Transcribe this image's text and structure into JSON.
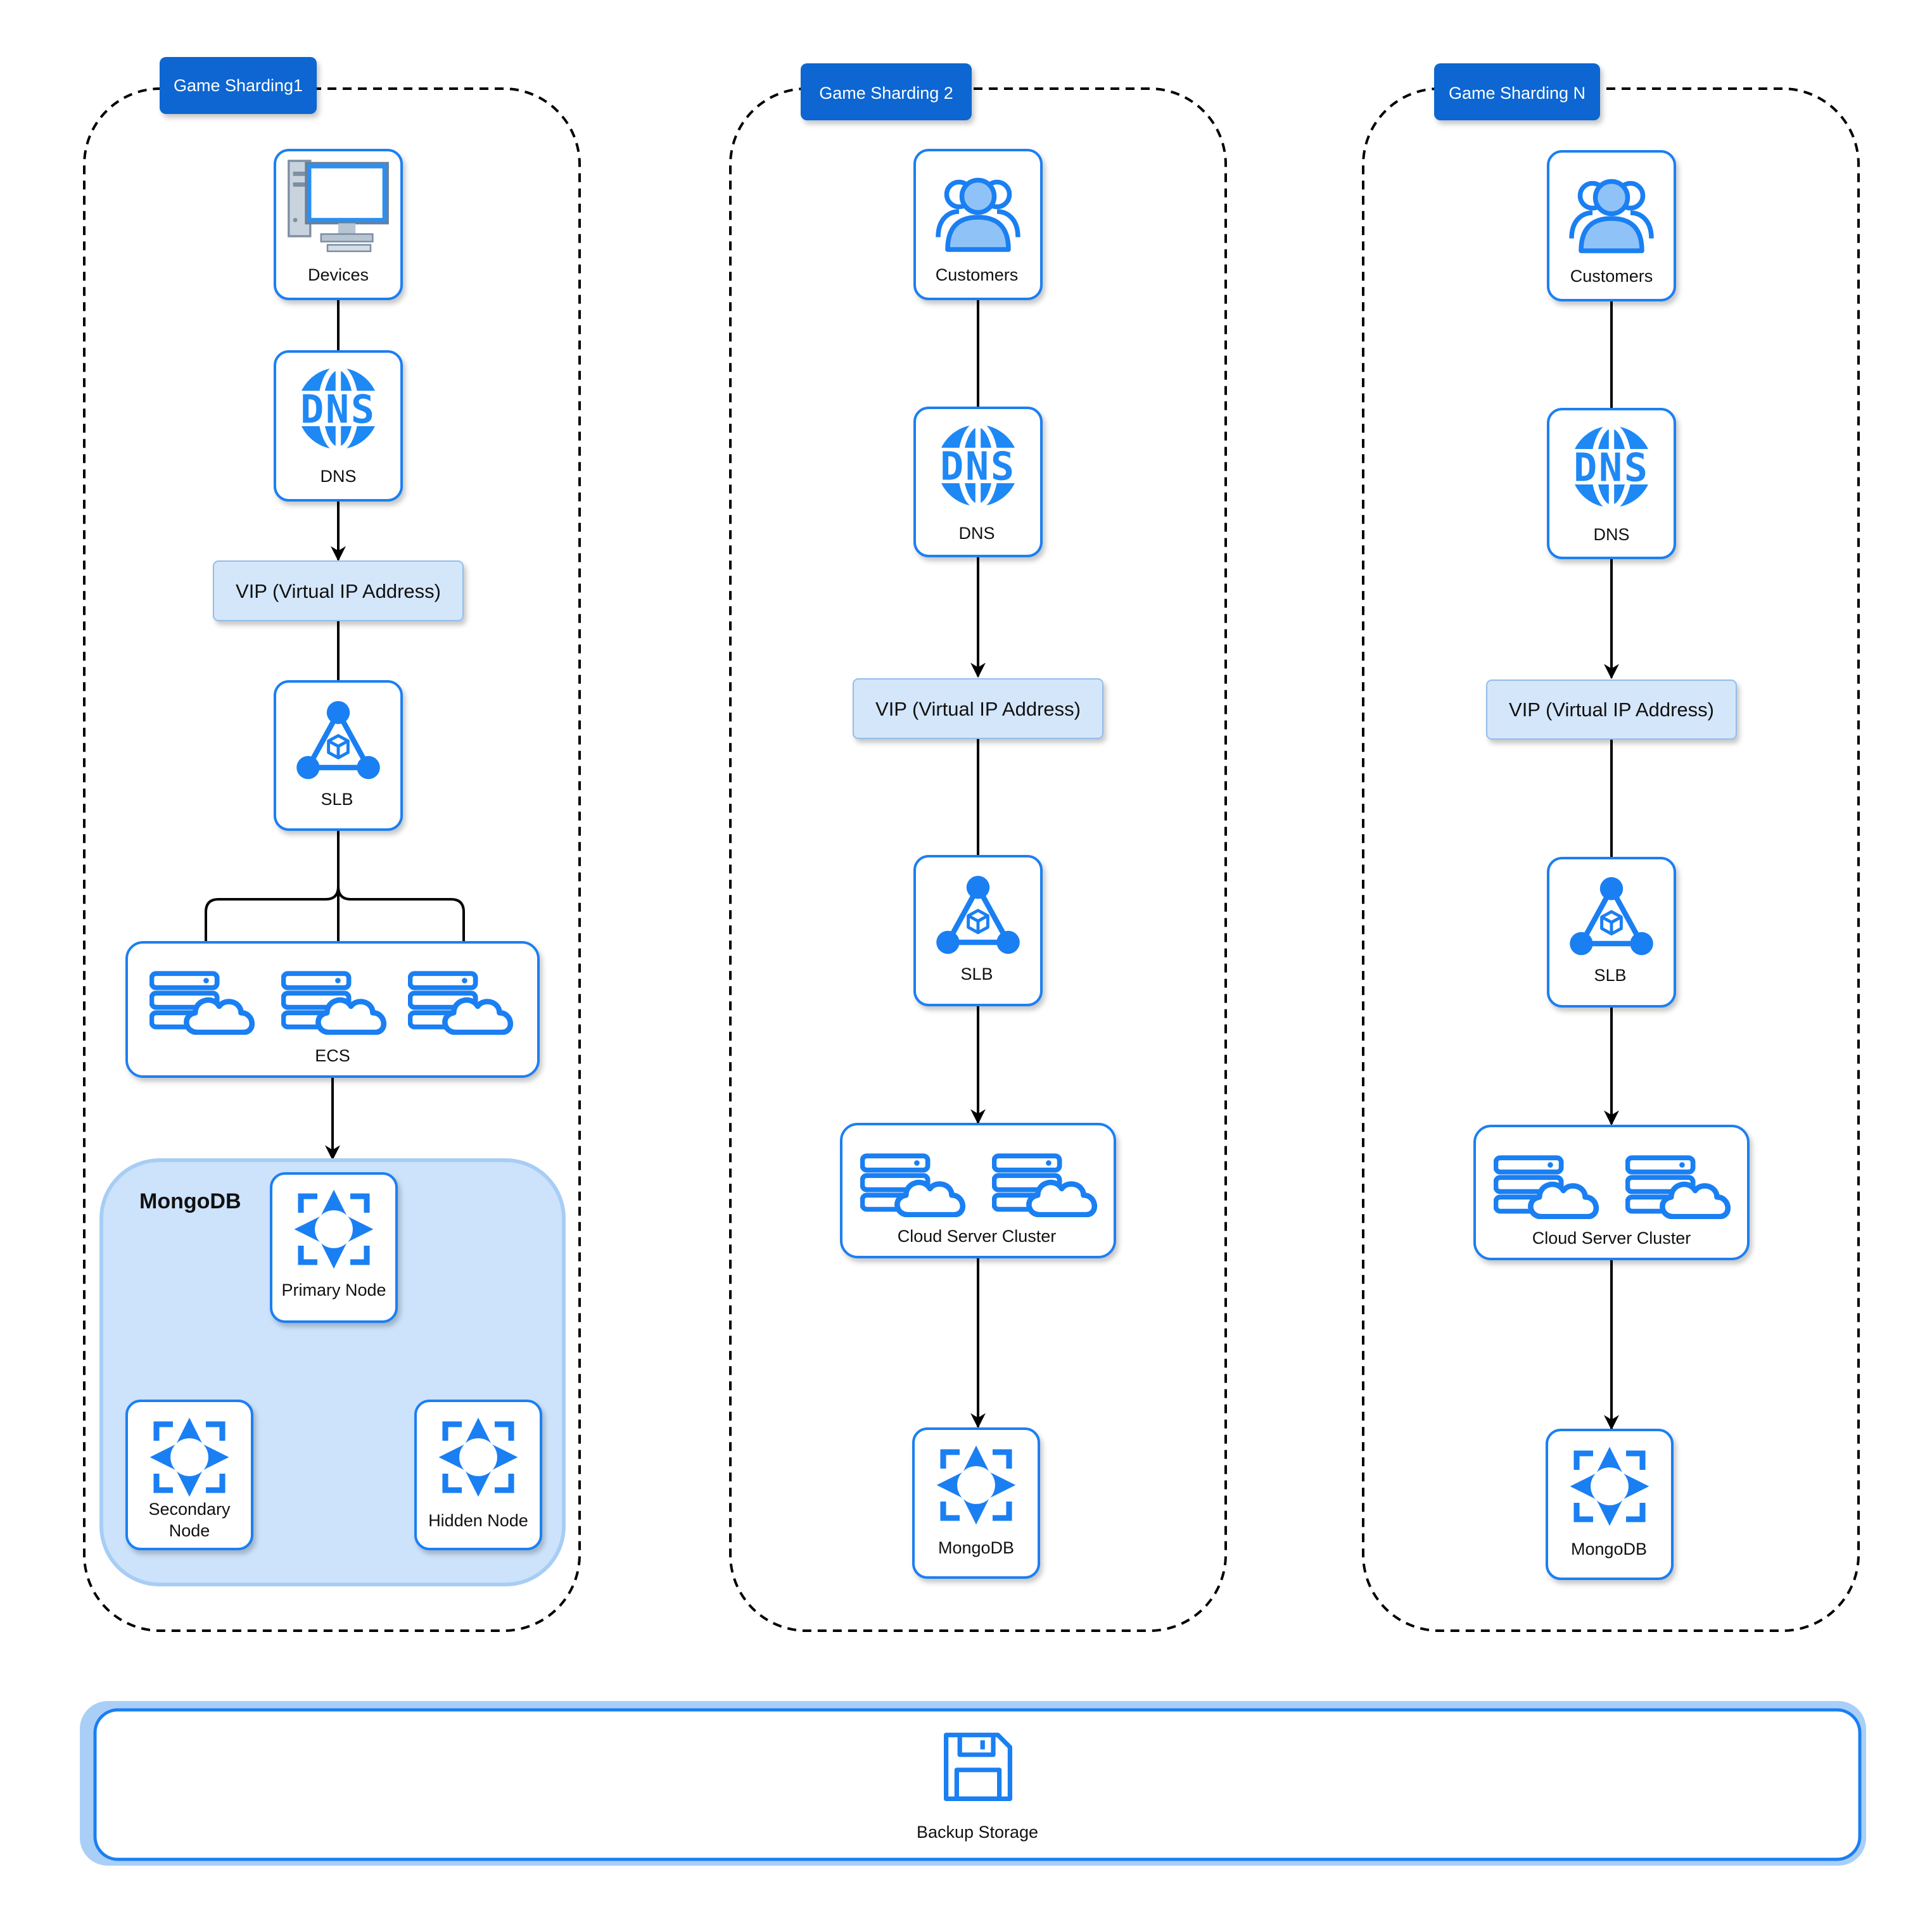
{
  "colors": {
    "accent": "#1A7FF2",
    "accent_fill": "#1E88F5",
    "light_fill": "#D4E6FA",
    "mongo_panel": "#CCE3FB",
    "tab_fill": "#0B66D1",
    "backup_glow": "#A9CFF7",
    "line": "#000000"
  },
  "shards": [
    {
      "title": "Game Sharding1",
      "client": {
        "label": "Devices",
        "icon": "desktop-computer-icon"
      },
      "dns": {
        "label": "DNS",
        "icon": "dns-globe-icon"
      },
      "vip": {
        "label": "VIP (Virtual IP Address)"
      },
      "slb": {
        "label": "SLB",
        "icon": "load-balancer-icon"
      },
      "compute": {
        "label": "ECS",
        "icon": "cloud-server-icon"
      },
      "mongodb": {
        "title": "MongoDB",
        "primary": "Primary Node",
        "secondary": "Secondary Node",
        "hidden": "Hidden Node",
        "icon": "mongodb-node-icon"
      }
    },
    {
      "title": "Game Sharding 2",
      "client": {
        "label": "Customers",
        "icon": "users-icon"
      },
      "dns": {
        "label": "DNS",
        "icon": "dns-globe-icon"
      },
      "vip": {
        "label": "VIP (Virtual IP Address)"
      },
      "slb": {
        "label": "SLB",
        "icon": "load-balancer-icon"
      },
      "compute": {
        "label": "Cloud Server Cluster",
        "icon": "cloud-server-icon"
      },
      "database": {
        "label": "MongoDB",
        "icon": "mongodb-node-icon"
      }
    },
    {
      "title": "Game Sharding N",
      "client": {
        "label": "Customers",
        "icon": "users-icon"
      },
      "dns": {
        "label": "DNS",
        "icon": "dns-globe-icon"
      },
      "vip": {
        "label": "VIP (Virtual IP Address)"
      },
      "slb": {
        "label": "SLB",
        "icon": "load-balancer-icon"
      },
      "compute": {
        "label": "Cloud Server Cluster",
        "icon": "cloud-server-icon"
      },
      "database": {
        "label": "MongoDB",
        "icon": "mongodb-node-icon"
      }
    }
  ],
  "backup": {
    "label": "Backup Storage",
    "icon": "floppy-disk-icon"
  }
}
